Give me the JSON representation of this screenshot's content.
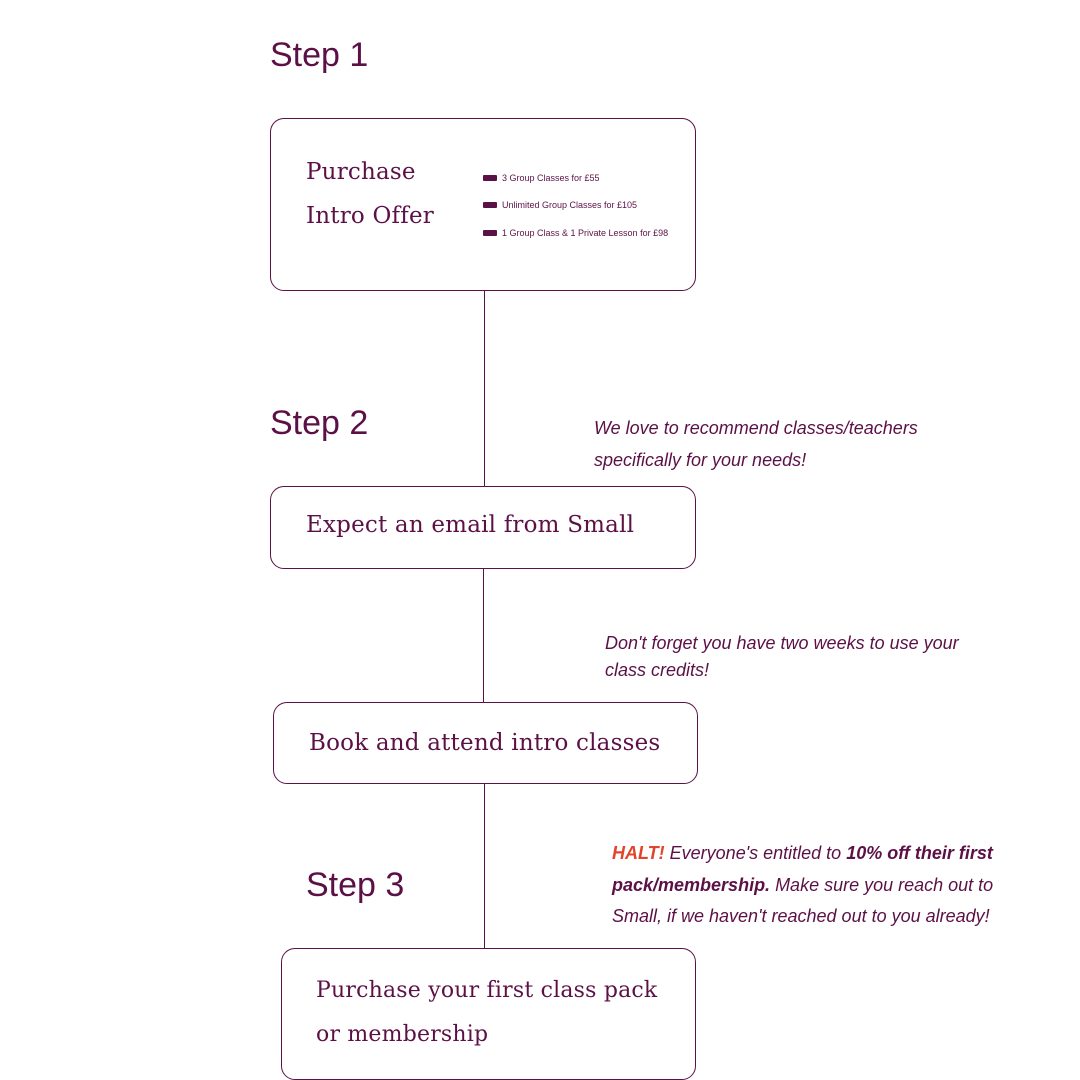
{
  "steps": {
    "step1": "Step 1",
    "step2": "Step 2",
    "step3": "Step 3"
  },
  "box1": {
    "title_line1": "Purchase",
    "title_line2": "Intro Offer",
    "offers": [
      "3 Group Classes for £55",
      "Unlimited Group Classes for £105",
      "1 Group Class & 1 Private Lesson for £98"
    ]
  },
  "box2": {
    "title": "Expect an email from Small"
  },
  "box3": {
    "title": "Book and attend intro classes"
  },
  "box4": {
    "title_line1": "Purchase your first class pack",
    "title_line2": "or membership"
  },
  "notes": {
    "recommend_line1": "We love to recommend classes/teachers",
    "recommend_line2": "specifically for your needs!",
    "credits_line1": "Don't forget you have two weeks to use your",
    "credits_line2": "class credits!",
    "halt_word": "HALT!",
    "halt_text1": " Everyone's entitled to ",
    "halt_bold": "10% off their first pack/membership.",
    "halt_text2": " Make sure you reach out to Small, if we haven't reached out to you already!"
  },
  "colors": {
    "primary": "#5c1146",
    "halt": "#e0452b",
    "background": "#ffffff"
  }
}
